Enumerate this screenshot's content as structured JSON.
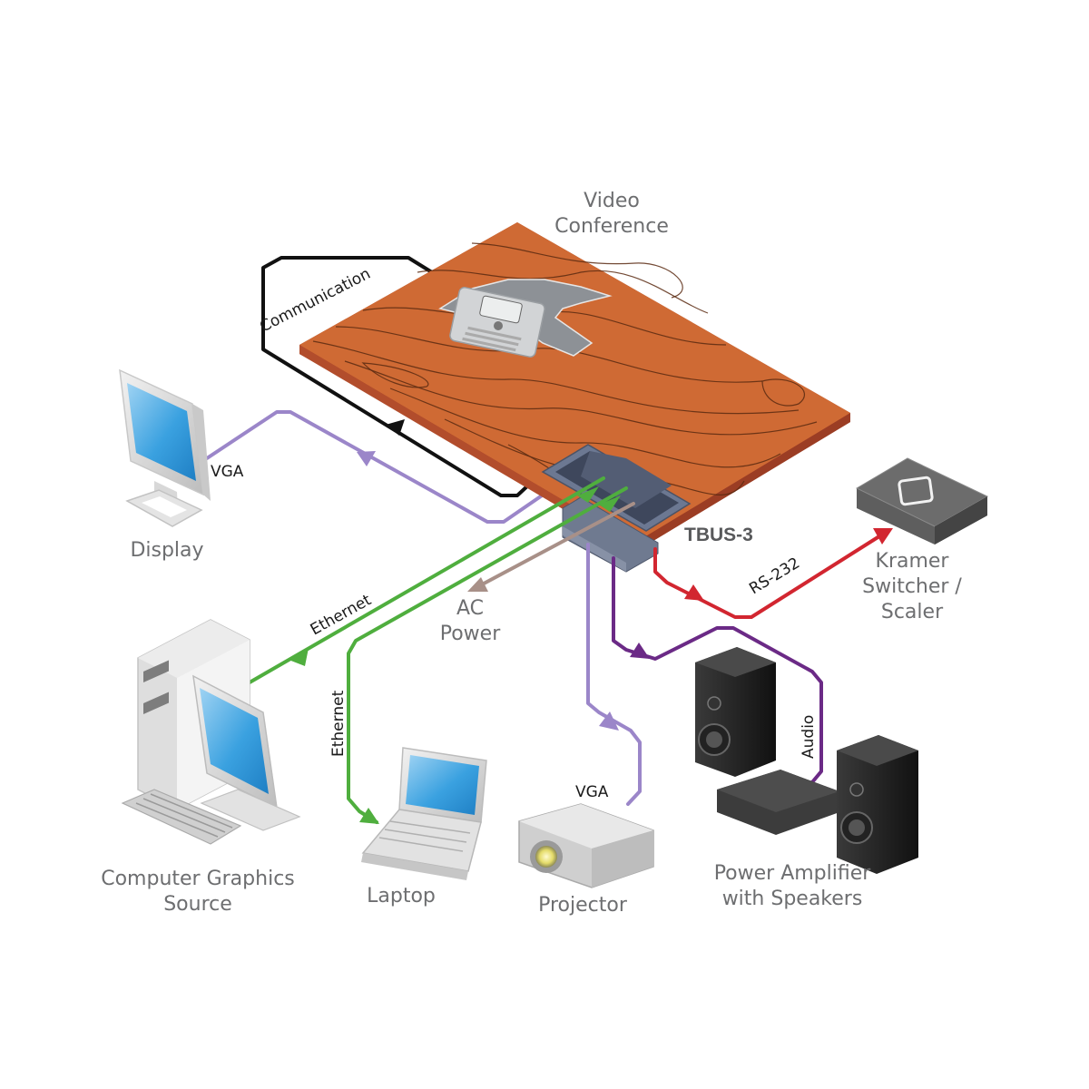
{
  "diagram": {
    "title": "TBUS-3 Video Conference Application",
    "device": {
      "model": "TBUS-3"
    },
    "nodes": {
      "video_conference": {
        "line1": "Video",
        "line2": "Conference"
      },
      "display": {
        "line1": "Display"
      },
      "computer": {
        "line1": "Computer Graphics",
        "line2": "Source"
      },
      "laptop": {
        "line1": "Laptop"
      },
      "projector": {
        "line1": "Projector"
      },
      "amplifier": {
        "line1": "Power Amplifier",
        "line2": "with Speakers"
      },
      "kramer": {
        "line1": "Kramer",
        "line2": "Switcher /",
        "line3": "Scaler"
      },
      "ac_power": {
        "line1": "AC",
        "line2": "Power"
      }
    },
    "connections": [
      {
        "id": "communication",
        "label": "Communication",
        "color": "#111111",
        "from": "TBUS-3",
        "to": "Video Conference"
      },
      {
        "id": "vga-display",
        "label": "VGA",
        "color": "#9b86c9",
        "from": "TBUS-3",
        "to": "Display"
      },
      {
        "id": "ethernet-computer",
        "label": "Ethernet",
        "color": "#4fae3e",
        "from": "TBUS-3",
        "to": "Computer Graphics Source"
      },
      {
        "id": "ethernet-laptop",
        "label": "Ethernet",
        "color": "#4fae3e",
        "from": "TBUS-3",
        "to": "Laptop"
      },
      {
        "id": "ac-power",
        "label": "AC Power",
        "color": "#a89088",
        "from": "TBUS-3",
        "to": "AC Power"
      },
      {
        "id": "vga-projector",
        "label": "VGA",
        "color": "#9b86c9",
        "from": "TBUS-3",
        "to": "Projector"
      },
      {
        "id": "audio",
        "label": "Audio",
        "color": "#6b2a86",
        "from": "TBUS-3",
        "to": "Power Amplifier with Speakers"
      },
      {
        "id": "rs232",
        "label": "RS-232",
        "color": "#d22630",
        "from": "TBUS-3",
        "to": "Kramer Switcher / Scaler"
      }
    ],
    "colors": {
      "table_top": "#cf6a34",
      "table_edge": "#a8452a",
      "tbus_plate": "#5d6a80",
      "label_gray": "#6d6e70"
    }
  }
}
